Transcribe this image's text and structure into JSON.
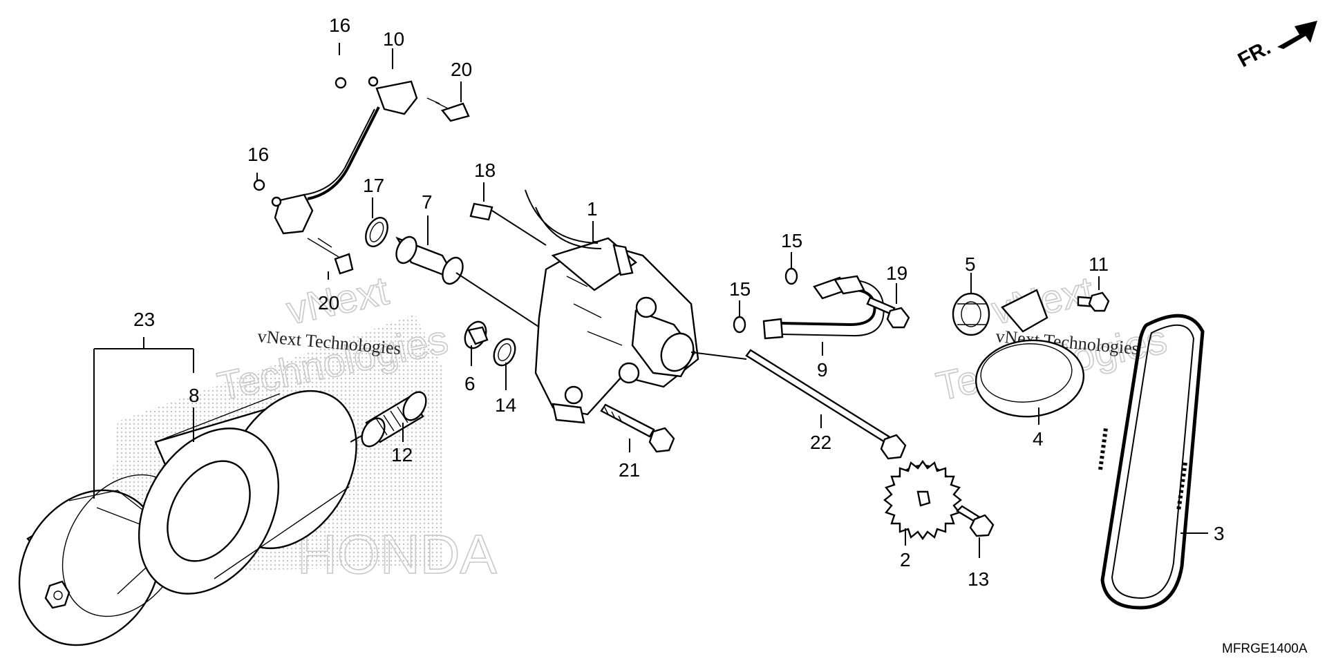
{
  "diagram": {
    "code": "MFRGE1400A",
    "direction_label": "FR.",
    "watermark": {
      "text_small": "vNext Technologies",
      "text_big_line1": "vNext",
      "text_big_line2": "Technologies",
      "honda": "HONDA"
    },
    "callouts": [
      {
        "id": "c1",
        "label": "1"
      },
      {
        "id": "c2",
        "label": "2"
      },
      {
        "id": "c3",
        "label": "3"
      },
      {
        "id": "c4",
        "label": "4"
      },
      {
        "id": "c5",
        "label": "5"
      },
      {
        "id": "c6",
        "label": "6"
      },
      {
        "id": "c7",
        "label": "7"
      },
      {
        "id": "c8",
        "label": "8"
      },
      {
        "id": "c9",
        "label": "9"
      },
      {
        "id": "c10",
        "label": "10"
      },
      {
        "id": "c11",
        "label": "11"
      },
      {
        "id": "c12",
        "label": "12"
      },
      {
        "id": "c13",
        "label": "13"
      },
      {
        "id": "c14",
        "label": "14"
      },
      {
        "id": "c15a",
        "label": "15"
      },
      {
        "id": "c15b",
        "label": "15"
      },
      {
        "id": "c16a",
        "label": "16"
      },
      {
        "id": "c16b",
        "label": "16"
      },
      {
        "id": "c17",
        "label": "17"
      },
      {
        "id": "c18",
        "label": "18"
      },
      {
        "id": "c19",
        "label": "19"
      },
      {
        "id": "c20a",
        "label": "20"
      },
      {
        "id": "c20b",
        "label": "20"
      },
      {
        "id": "c21",
        "label": "21"
      },
      {
        "id": "c22",
        "label": "22"
      },
      {
        "id": "c23",
        "label": "23"
      }
    ]
  }
}
